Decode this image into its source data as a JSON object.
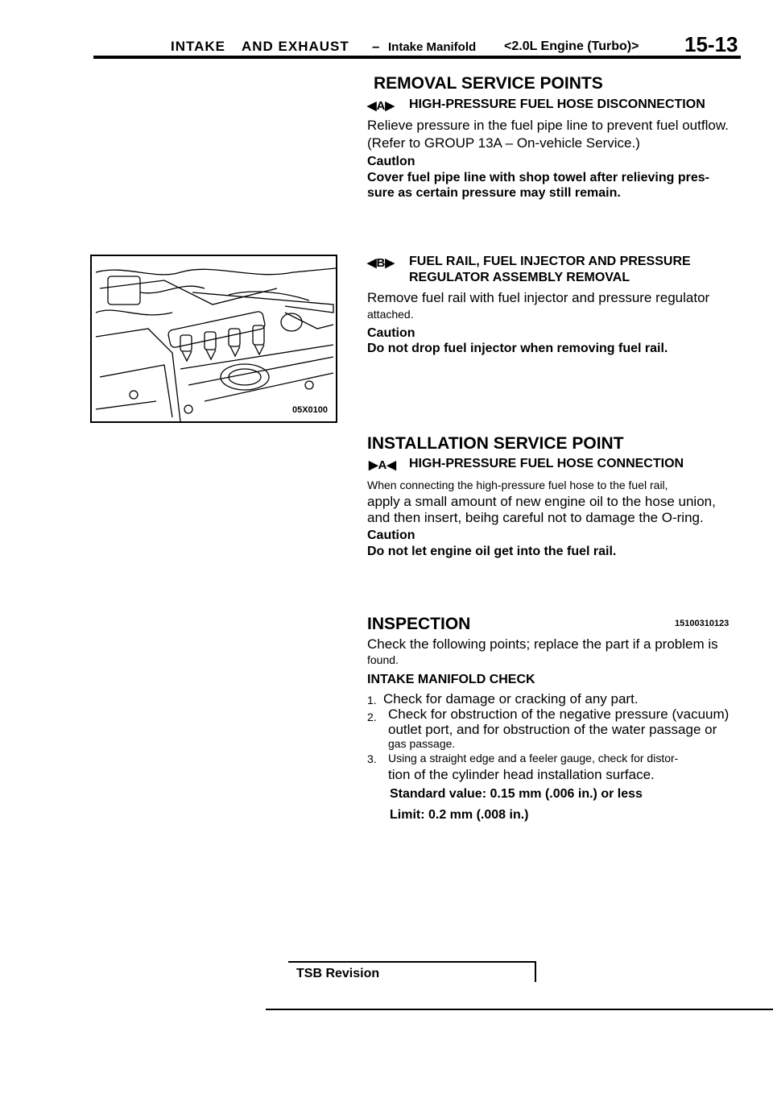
{
  "header": {
    "section": "INTAKE",
    "title_rest": "AND EXHAUST",
    "dash": "–",
    "subtitle": "Intake Manifold",
    "engine": "<2.0L Engine (Turbo)>",
    "page_number": "15-13"
  },
  "removal": {
    "heading": "REMOVAL SERVICE POINTS",
    "a": {
      "marker": "◀A▶",
      "title": "HIGH-PRESSURE FUEL HOSE DISCONNECTION",
      "line1": "Relieve pressure in the fuel pipe line to prevent fuel outflow.",
      "line2": "(Refer to GROUP 13A – On-vehicle Service.)",
      "caution_label": "Cautlon",
      "caution_line1": "Cover fuel pipe line with shop towel after relieving pres-",
      "caution_line2": "sure as certain pressure may still remain."
    },
    "b": {
      "marker": "◀B▶",
      "title_line1": "FUEL RAIL, FUEL INJECTOR AND PRESSURE",
      "title_line2": "REGULATOR ASSEMBLY REMOVAL",
      "line1": "Remove fuel rail with fuel injector and pressure regulator",
      "line2": "attached.",
      "caution_label": "Caution",
      "caution_line1": "Do not drop fuel injector when removing fuel rail."
    }
  },
  "figure": {
    "code": "05X0100"
  },
  "installation": {
    "heading": "INSTALLATION SERVICE POINT",
    "marker": "▶A◀",
    "title": "HIGH-PRESSURE FUEL HOSE CONNECTION",
    "line1": "When connecting the high-pressure fuel hose to the fuel rail,",
    "line2": "apply a small amount of new engine oil to the hose union,",
    "line3": "and then insert, beihg careful not to damage the O-ring.",
    "caution_label": "Caution",
    "caution_line1": "Do not let engine oil get into the fuel rail."
  },
  "inspection": {
    "heading": "INSPECTION",
    "code": "15100310123",
    "line1": "Check the following points; replace the part if a problem is",
    "line2": "found.",
    "subheading": "INTAKE MANIFOLD CHECK",
    "items": [
      {
        "num": "1.",
        "text": "Check for damage or cracking of any part."
      },
      {
        "num": "2.",
        "text": "Check for obstruction of the negative pressure (vacuum)",
        "cont1": "outlet port, and for obstruction of the water passage or",
        "cont2": "gas passage."
      },
      {
        "num": "3.",
        "text": "Using a straight edge and a feeler gauge, check for distor-",
        "cont1": "tion of the cylinder head installation surface."
      }
    ],
    "standard": "Standard value: 0.15 mm (.006 in.) or less",
    "limit": "Limit: 0.2 mm (.008 in.)"
  },
  "footer": {
    "label": "TSB Revision"
  }
}
